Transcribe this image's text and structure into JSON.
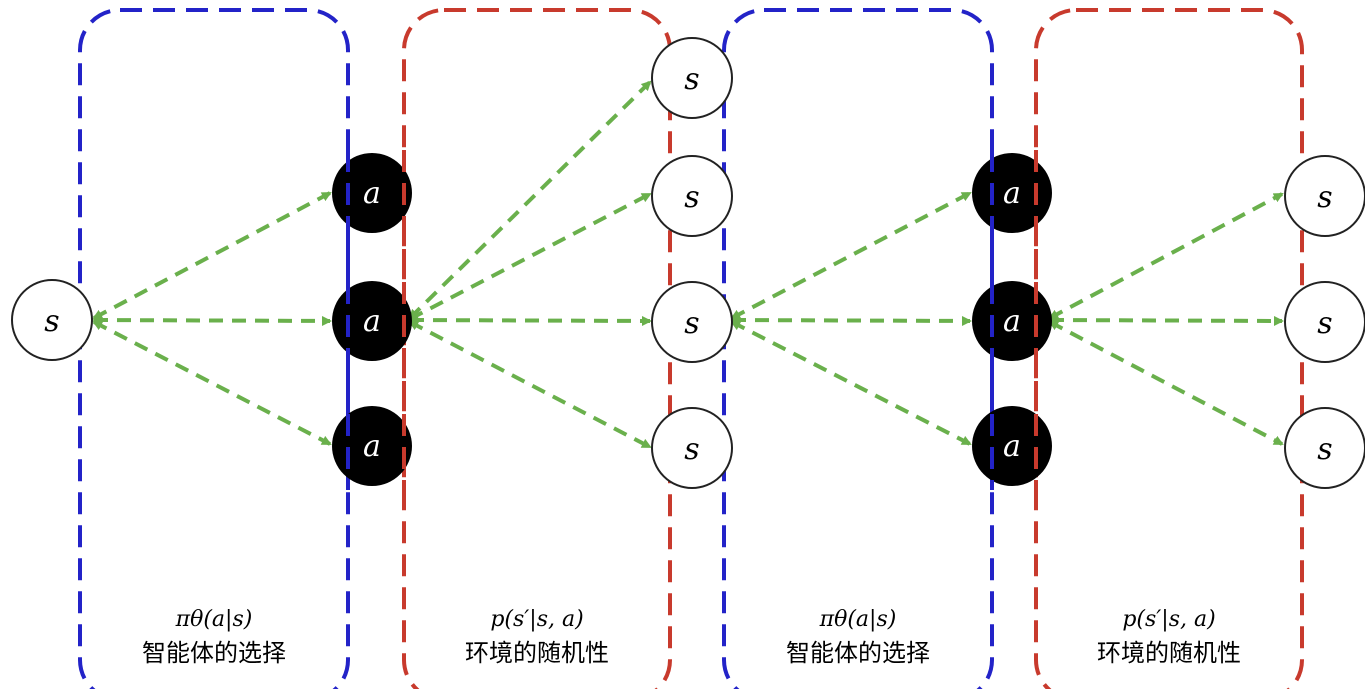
{
  "colors": {
    "agent_box": "#2323c8",
    "env_box": "#c83a2d",
    "arrow": "#6ab04c",
    "state_fill": "#ffffff",
    "action_fill": "#000000",
    "node_stroke": "#222222"
  },
  "nodes": {
    "state_label": "s",
    "action_label": "a"
  },
  "panels": [
    {
      "kind": "agent",
      "formula": "πθ(a|s)",
      "caption": "智能体的选择"
    },
    {
      "kind": "env",
      "formula": "p(s′|s, a)",
      "caption": "环境的随机性"
    },
    {
      "kind": "agent",
      "formula": "πθ(a|s)",
      "caption": "智能体的选择"
    },
    {
      "kind": "env",
      "formula": "p(s′|s, a)",
      "caption": "环境的随机性"
    }
  ]
}
